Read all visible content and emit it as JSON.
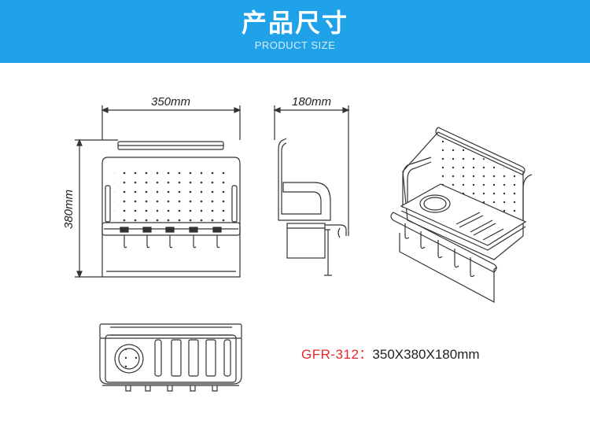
{
  "header": {
    "title": "产品尺寸",
    "subtitle": "PRODUCT SIZE"
  },
  "dimensions": {
    "width": "350mm",
    "depth": "180mm",
    "height": "380mm"
  },
  "spec": {
    "model": "GFR-312",
    "separator": "：",
    "size": "350X380X180mm"
  },
  "colors": {
    "banner": "#1fa2e8",
    "model_text": "#e8272a",
    "line": "#333333"
  }
}
